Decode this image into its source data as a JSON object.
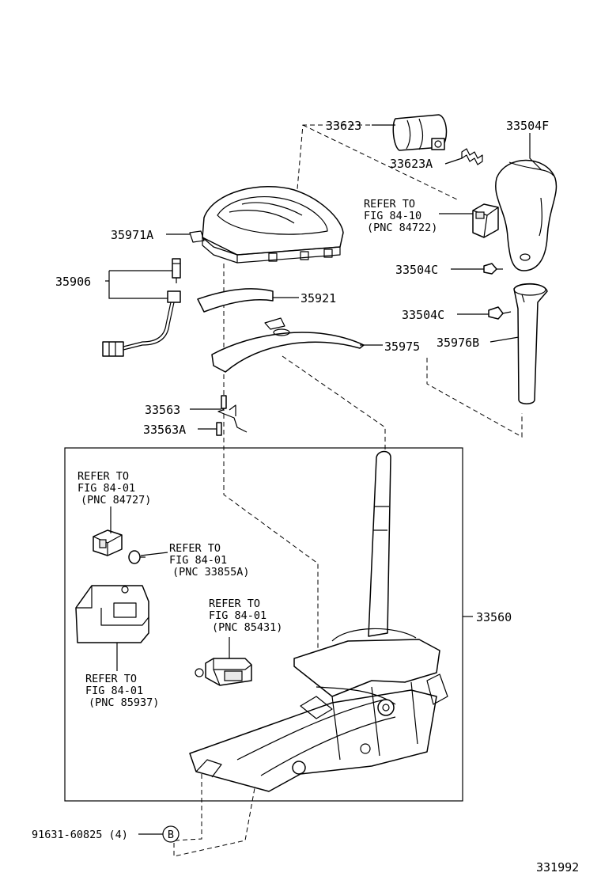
{
  "callouts": {
    "p33623": "33623",
    "p33623A": "33623A",
    "p33504F": "33504F",
    "p35971A": "35971A",
    "p35906": "35906",
    "p33504C_1": "33504C",
    "p33504C_2": "33504C",
    "p35921": "35921",
    "p35975": "35975",
    "p35976B": "35976B",
    "p33563": "33563",
    "p33563A": "33563A",
    "p33560": "33560",
    "p91631": "91631-60825 (4)",
    "bolt_marker": "B"
  },
  "references": {
    "r84722": [
      "REFER TO",
      "FIG 84-10",
      "(PNC 84722)"
    ],
    "r84727": [
      "REFER TO",
      "FIG 84-01",
      "(PNC 84727)"
    ],
    "r33855A": [
      "REFER TO",
      "FIG 84-01",
      "(PNC 33855A)"
    ],
    "r85431": [
      "REFER TO",
      "FIG 84-01",
      "(PNC 85431)"
    ],
    "r85937": [
      "REFER TO",
      "FIG 84-01",
      "(PNC 85937)"
    ]
  },
  "figure_number": "331992"
}
